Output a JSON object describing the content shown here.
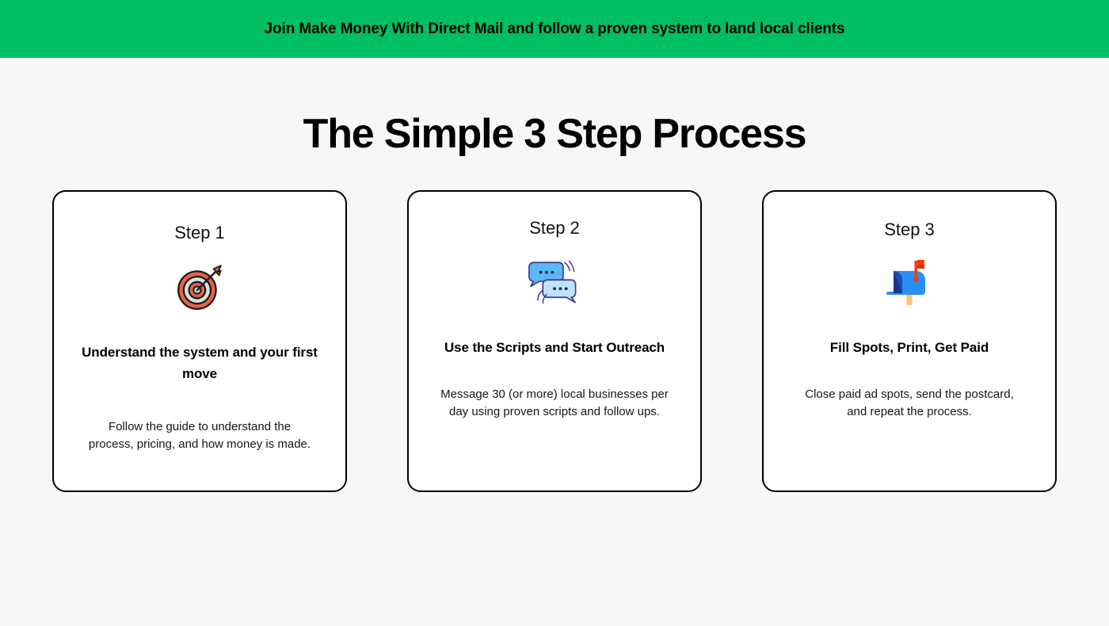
{
  "banner": {
    "text": "Join Make Money With Direct Mail and follow a proven system to land local clients",
    "background_color": "#00bf63",
    "text_color": "#000000"
  },
  "page": {
    "heading": "The Simple 3 Step Process",
    "background_color": "#f7f7f7"
  },
  "cards": [
    {
      "step_label": "Step 1",
      "icon": "bullseye-dart-icon",
      "title": "Understand the system and your first move",
      "description": "Follow the guide to understand the process, pricing, and how money is made.",
      "icon_colors": {
        "outer_ring": "#e8604c",
        "inner_ring": "#d3e4e2",
        "outline": "#1f1a17",
        "dart": "#c0392b"
      }
    },
    {
      "step_label": "Step 2",
      "icon": "speech-balloons-icon",
      "title": "Use the Scripts and Start Outreach",
      "description": "Message 30 (or more) local businesses per day using proven scripts and follow ups.",
      "icon_colors": {
        "bubble_top": "#5bb8f5",
        "bubble_bottom": "#bfe3fb",
        "outline": "#3b3b8f",
        "dots": "#23236b"
      }
    },
    {
      "step_label": "Step 3",
      "icon": "mailbox-icon",
      "title": "Fill Spots, Print, Get Paid",
      "description": "Close paid ad spots, send the postcard, and repeat the process.",
      "icon_colors": {
        "body": "#2b8ef0",
        "opening": "#15388f",
        "flag": "#f4380c",
        "post": "#fdc173"
      }
    }
  ]
}
